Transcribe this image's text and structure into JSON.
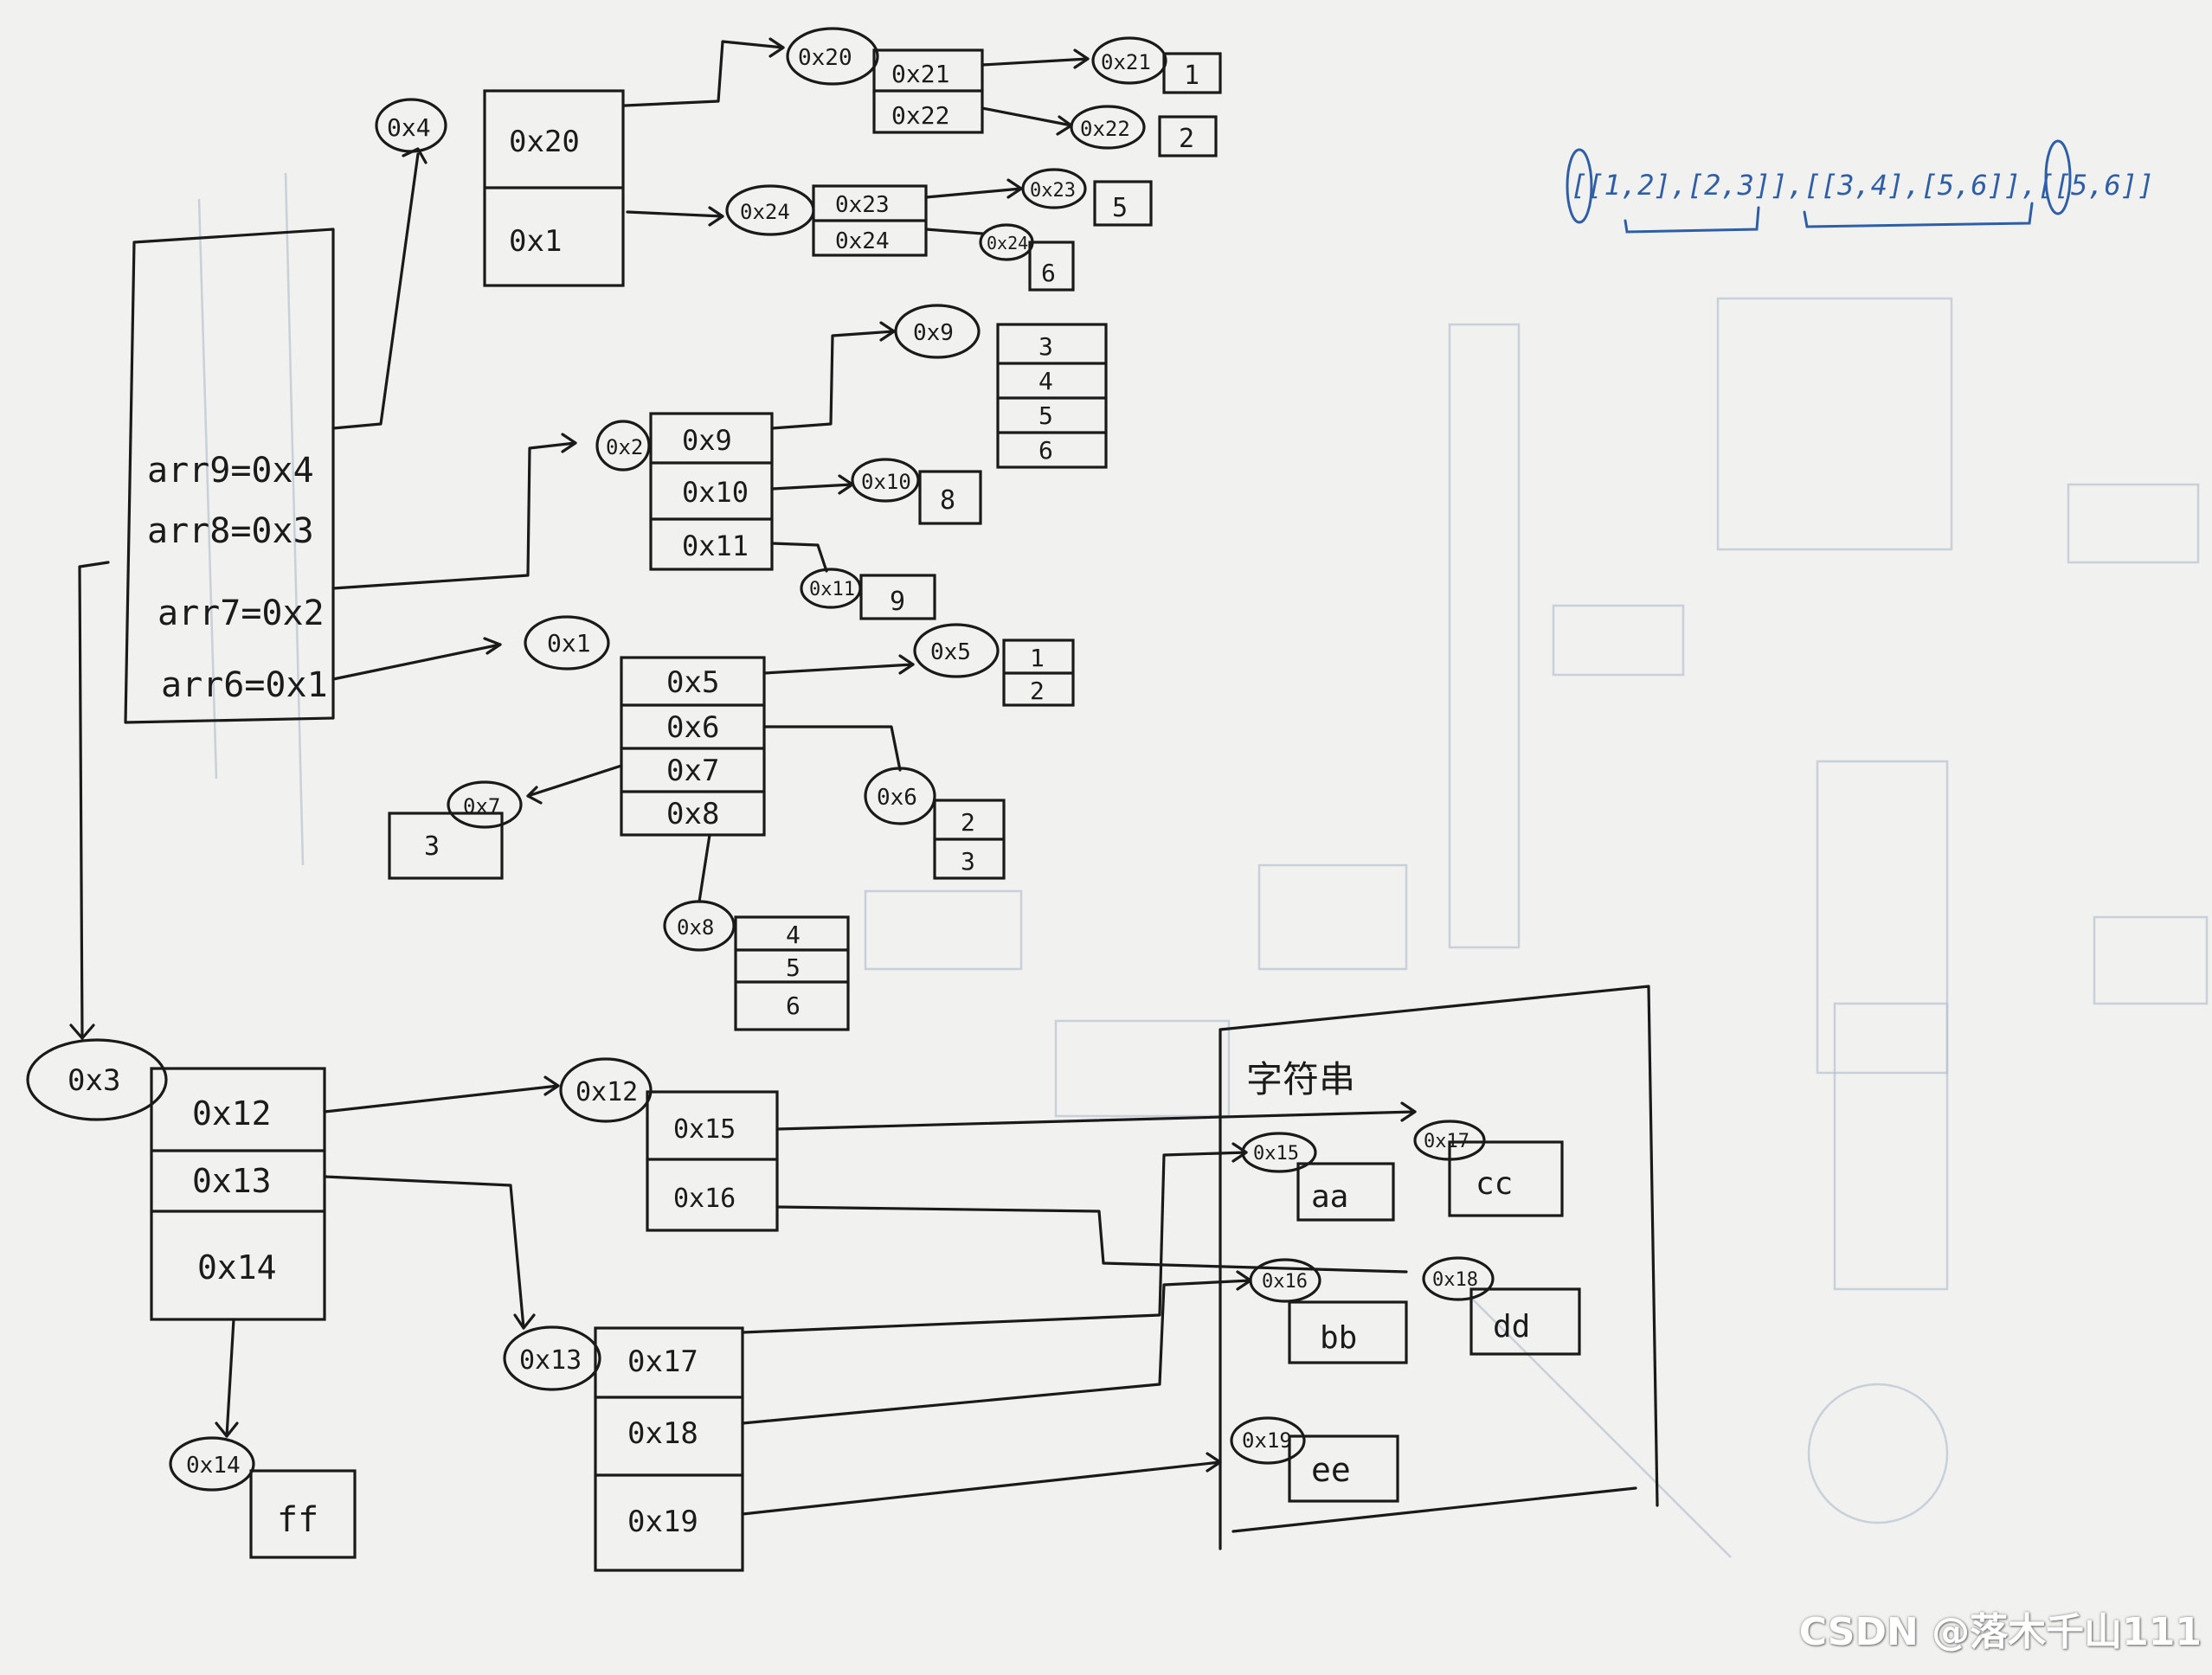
{
  "stack": [
    "arr9=0x4",
    "arr8=0x3",
    "arr7=0x2",
    "arr6=0x1"
  ],
  "nodes": {
    "n0x4": "0x4",
    "n0x4_items": [
      "0x20",
      "0x1"
    ],
    "n0x20": "0x20",
    "n0x20_items": [
      "0x21",
      "0x22"
    ],
    "n0x21": "0x21",
    "n0x21_val": "1",
    "n0x22": "0x22",
    "n0x22_val": "2",
    "n0x24": "0x24",
    "n0x24_items": [
      "0x23",
      "0x24"
    ],
    "n0x23": "0x23",
    "n0x23_val": "5",
    "n0x24b": "0x24",
    "n0x24b_val": "6",
    "n0x2": "0x2",
    "n0x2_items": [
      "0x9",
      "0x10",
      "0x11"
    ],
    "n0x9": "0x9",
    "n0x9_vals": [
      "3",
      "4",
      "5",
      "6"
    ],
    "n0x10": "0x10",
    "n0x10_val": "8",
    "n0x11": "0x11",
    "n0x11_val": "9",
    "n0x1": "0x1",
    "n0x1_items": [
      "0x5",
      "0x6",
      "0x7",
      "0x8"
    ],
    "n0x5": "0x5",
    "n0x5_vals": [
      "1",
      "2"
    ],
    "n0x6": "0x6",
    "n0x6_vals": [
      "2",
      "3"
    ],
    "n0x7": "0x7",
    "n0x7_val": "3",
    "n0x8": "0x8",
    "n0x8_vals": [
      "4",
      "5",
      "6"
    ],
    "n0x3": "0x3",
    "n0x3_items": [
      "0x12",
      "0x13",
      "0x14"
    ],
    "n0x14": "0x14",
    "n0x14_val": "ff",
    "n0x12": "0x12",
    "n0x12_items": [
      "0x15",
      "0x16"
    ],
    "n0x13": "0x13",
    "n0x13_items": [
      "0x17",
      "0x18",
      "0x19"
    ]
  },
  "pool": {
    "title": "字符串",
    "cells": [
      {
        "addr": "0x15",
        "val": "aa"
      },
      {
        "addr": "0x17",
        "val": "cc"
      },
      {
        "addr": "0x16",
        "val": "bb"
      },
      {
        "addr": "0x18",
        "val": "dd"
      },
      {
        "addr": "0x19",
        "val": "ee"
      }
    ]
  },
  "note": "[[1,2],[2,3]],[[3,4],[5,6]],[[5,6]]",
  "watermark": "CSDN @落木千山111"
}
